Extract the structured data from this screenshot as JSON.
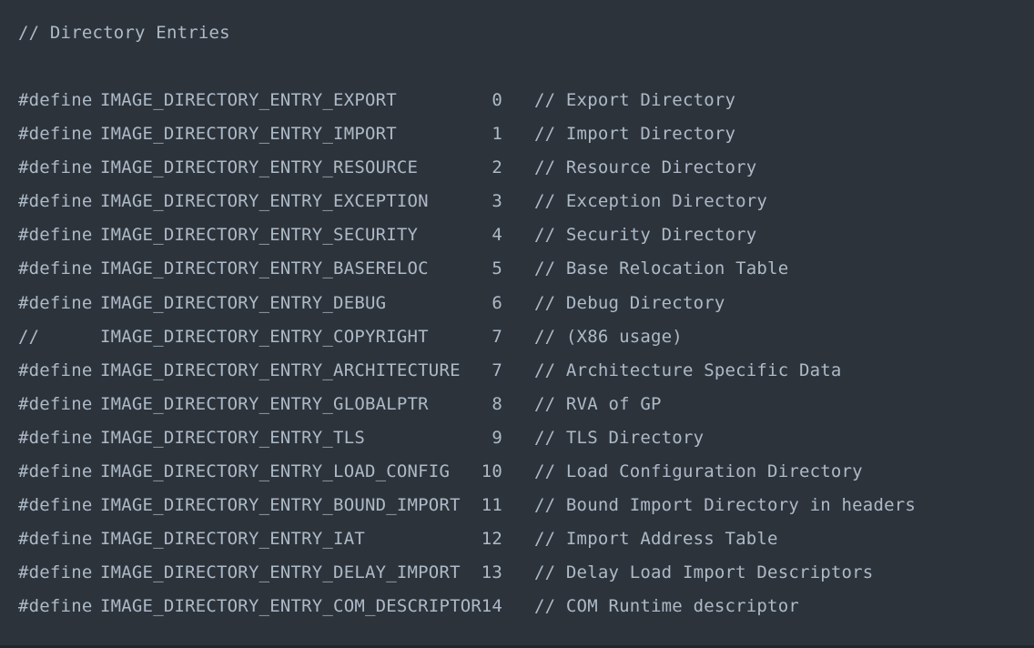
{
  "header_comment": "// Directory Entries",
  "entries": [
    {
      "prefix": "#define",
      "name": "IMAGE_DIRECTORY_ENTRY_EXPORT",
      "value": "0",
      "comment": "// Export Directory"
    },
    {
      "prefix": "#define",
      "name": "IMAGE_DIRECTORY_ENTRY_IMPORT",
      "value": "1",
      "comment": "// Import Directory"
    },
    {
      "prefix": "#define",
      "name": "IMAGE_DIRECTORY_ENTRY_RESOURCE",
      "value": "2",
      "comment": "// Resource Directory"
    },
    {
      "prefix": "#define",
      "name": "IMAGE_DIRECTORY_ENTRY_EXCEPTION",
      "value": "3",
      "comment": "// Exception Directory"
    },
    {
      "prefix": "#define",
      "name": "IMAGE_DIRECTORY_ENTRY_SECURITY",
      "value": "4",
      "comment": "// Security Directory"
    },
    {
      "prefix": "#define",
      "name": "IMAGE_DIRECTORY_ENTRY_BASERELOC",
      "value": "5",
      "comment": "// Base Relocation Table"
    },
    {
      "prefix": "#define",
      "name": "IMAGE_DIRECTORY_ENTRY_DEBUG",
      "value": "6",
      "comment": "// Debug Directory"
    },
    {
      "prefix": "//",
      "name": "IMAGE_DIRECTORY_ENTRY_COPYRIGHT",
      "value": "7",
      "comment": "// (X86 usage)"
    },
    {
      "prefix": "#define",
      "name": "IMAGE_DIRECTORY_ENTRY_ARCHITECTURE",
      "value": "7",
      "comment": "// Architecture Specific Data"
    },
    {
      "prefix": "#define",
      "name": "IMAGE_DIRECTORY_ENTRY_GLOBALPTR",
      "value": "8",
      "comment": "// RVA of GP"
    },
    {
      "prefix": "#define",
      "name": "IMAGE_DIRECTORY_ENTRY_TLS",
      "value": "9",
      "comment": "// TLS Directory"
    },
    {
      "prefix": "#define",
      "name": "IMAGE_DIRECTORY_ENTRY_LOAD_CONFIG",
      "value": "10",
      "comment": "// Load Configuration Directory"
    },
    {
      "prefix": "#define",
      "name": "IMAGE_DIRECTORY_ENTRY_BOUND_IMPORT",
      "value": "11",
      "comment": "// Bound Import Directory in headers"
    },
    {
      "prefix": "#define",
      "name": "IMAGE_DIRECTORY_ENTRY_IAT",
      "value": "12",
      "comment": "// Import Address Table"
    },
    {
      "prefix": "#define",
      "name": "IMAGE_DIRECTORY_ENTRY_DELAY_IMPORT",
      "value": "13",
      "comment": "// Delay Load Import Descriptors"
    },
    {
      "prefix": "#define",
      "name": "IMAGE_DIRECTORY_ENTRY_COM_DESCRIPTOR",
      "value": "14",
      "comment": "// COM Runtime descriptor"
    }
  ],
  "colors": {
    "background": "#2d333b",
    "text": "#adbac7"
  }
}
